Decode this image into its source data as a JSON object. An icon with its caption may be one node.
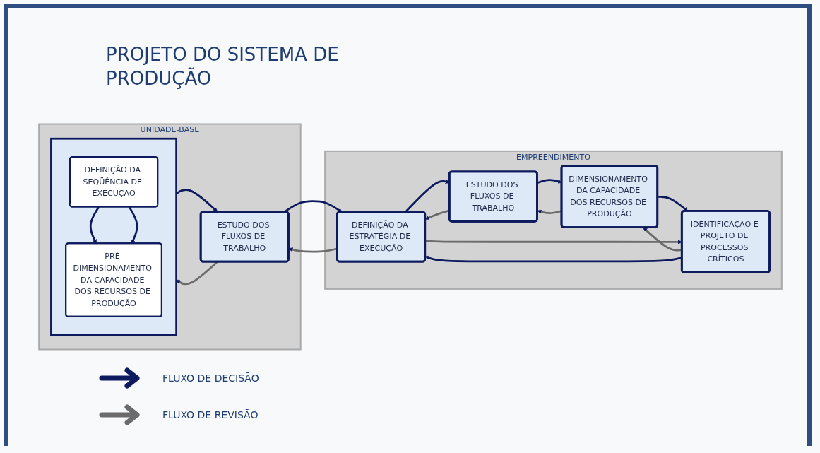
{
  "diagram": {
    "title": "PROJETO DO SISTEMA DE PRODUÇÃO",
    "nodes": [
      {
        "text": [
          "UNIDADE-BASE"
        ]
      },
      {
        "text": [],
        "shape": "box",
        "in": 0
      },
      {
        "text": [
          "DEFINIÇÃO DA SEQÜÊNCIA DE EXECUÇÃO"
        ],
        "in": 1
      },
      {
        "text": [
          "PRÉ-DIMENSIONAMENTO DA CAPACIDADE DOS RECURSOS DE PRODUÇÃO"
        ],
        "in": 1
      },
      {
        "text": [
          "ESTUDO DOS FLUXOS DE TRABALHO"
        ],
        "in": 0
      },
      {
        "text": [
          "EMPREENDIMENTO"
        ]
      },
      {
        "text": [
          "DEFINIÇÃO DA ESTRATÉGIA DE EXECUÇÃO"
        ],
        "in": 5
      },
      {
        "text": [
          "ESTUDO DOS FLUXOS DE TRABALHO"
        ],
        "in": 5
      },
      {
        "text": [
          "DIMENSIONAMENTO DA CAPACIDADE DOS RECURSOS DE PRODUÇÃO"
        ],
        "in": 5
      },
      {
        "text": [
          "IDENTIFICAÇÃO E PROJETO DE PROCESSOS CRÍTICOS"
        ],
        "in": 5
      }
    ],
    "edges": [
      {
        "from": 2,
        "to": 3,
        "arrow": "to"
      },
      {
        "from": 2,
        "to": 3,
        "arrow": "to"
      },
      {
        "from": 1,
        "to": 4,
        "arrow": "to"
      },
      {
        "from": 4,
        "to": 1,
        "arrow": "to",
        "color": "#6b6b6b"
      },
      {
        "from": 4,
        "to": 6,
        "arrow": "to"
      },
      {
        "from": 6,
        "to": 4,
        "arrow": "to",
        "color": "#6b6b6b"
      },
      {
        "from": 6,
        "to": 7,
        "arrow": "to"
      },
      {
        "from": 7,
        "to": 6,
        "arrow": "to",
        "color": "#6b6b6b"
      },
      {
        "from": 7,
        "to": 8,
        "arrow": "to"
      },
      {
        "from": 8,
        "to": 7,
        "arrow": "to",
        "color": "#6b6b6b"
      },
      {
        "from": 8,
        "to": 9,
        "arrow": "to"
      },
      {
        "from": 9,
        "to": 8,
        "arrow": "to",
        "color": "#6b6b6b"
      },
      {
        "from": 9,
        "to": 6,
        "arrow": "to"
      },
      {
        "from": 6,
        "to": 9,
        "arrow": "to",
        "color": "#6b6b6b"
      }
    ],
    "legend": [
      {
        "text": "FLUXO DE DECISÃO"
      },
      {
        "text": "FLUXO DE REVISÃO"
      }
    ]
  }
}
